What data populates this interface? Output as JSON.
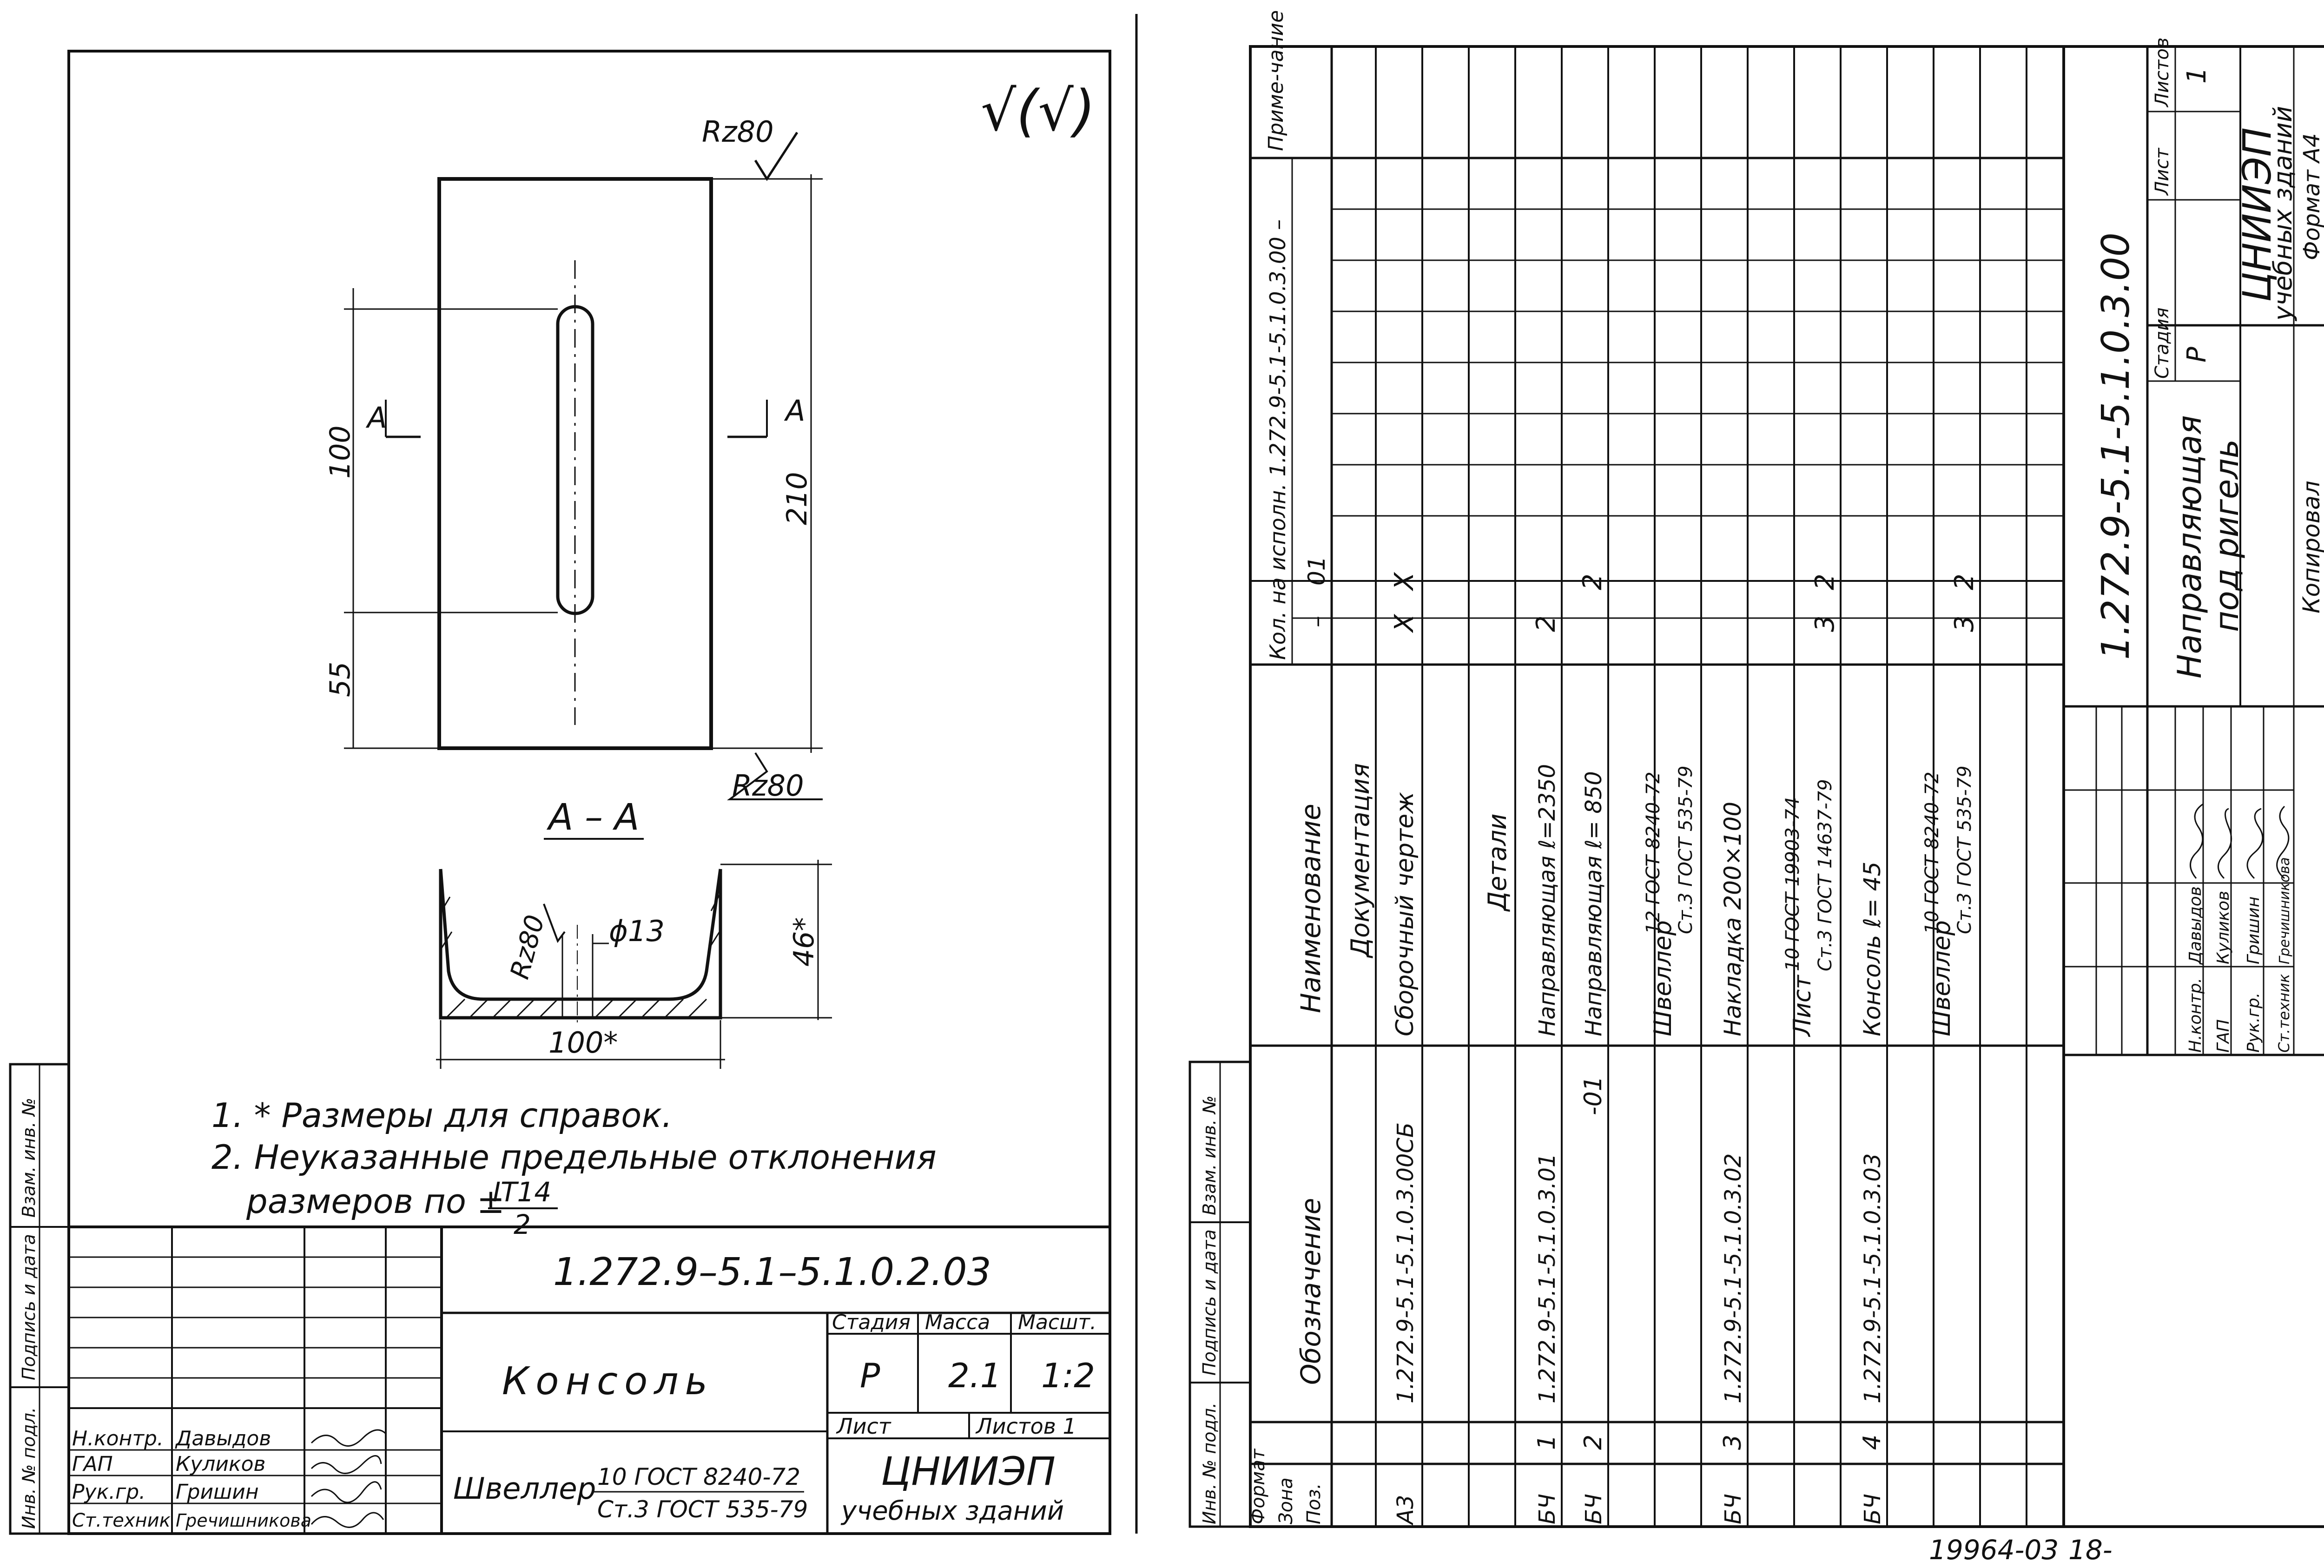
{
  "sheet1": {
    "roughness_general": "√(√)",
    "roughness_top": "Rz80",
    "roughness_bottom": "Rz80",
    "roughness_section": "Rz80",
    "dim_100": "100",
    "dim_55": "55",
    "dim_210": "210",
    "cut_label_left": "A",
    "cut_label_right": "A",
    "section_title": "А – А",
    "dim_46": "46*",
    "dim_phi13": "ϕ13",
    "dim_100star": "100*",
    "notes": [
      "1. * Размеры для справок.",
      "2. Неуказанные предельные отклонения",
      "размеров по ±"
    ],
    "tolerance_num": "IT14",
    "tolerance_den": "2",
    "title_block": {
      "code": "1.272.9–5.1–5.1.0.2.03",
      "name": "Консоль",
      "h_stage": "Стадия",
      "h_mass": "Масса",
      "h_scale": "Масшт.",
      "stage": "Р",
      "mass": "2.1",
      "scale": "1:2",
      "h_sheet": "Лист",
      "h_sheets": "Листов 1",
      "org1": "ЦНИИЭП",
      "org2": "учебных зданий",
      "material_label": "Швеллер",
      "material_top": "10 ГОСТ 8240-72",
      "material_bottom": "Ст.3 ГОСТ 535-79",
      "roles": [
        "Н.контр.",
        "ГАП",
        "Рук.гр.",
        "Ст.техник"
      ],
      "people": [
        "Давыдов",
        "Куликов",
        "Гришин",
        "Гречишникова"
      ]
    },
    "side_labels": [
      "Инв. № подл.",
      "Подпись и дата",
      "Взам. инв. №"
    ]
  },
  "sheet2": {
    "col_format": "Формат",
    "col_zone": "Зона",
    "col_pos": "Поз.",
    "col_designation": "Обозначение",
    "col_name": "Наименование",
    "col_qty": "Кол. на исполн. 1.272.9-5.1-5.1.0.3.00 –",
    "col_qty_a": "–",
    "col_qty_b": "01",
    "col_note": "Приме-чание",
    "rows": [
      {
        "format": "",
        "pos": "",
        "designation": "",
        "name": "Документация",
        "qa": "",
        "qb": ""
      },
      {
        "format": "А3",
        "pos": "",
        "designation": "1.272.9-5.1-5.1.0.3.00СБ",
        "name": "Сборочный чертеж",
        "qa": "X",
        "qb": "X"
      },
      {
        "format": "",
        "pos": "",
        "designation": "",
        "name": "Детали",
        "qa": "",
        "qb": ""
      },
      {
        "format": "БЧ",
        "pos": "1",
        "designation": "1.272.9-5.1-5.1.0.3.01",
        "name": "Направляющая ℓ=2350",
        "qa": "2",
        "qb": ""
      },
      {
        "format": "БЧ",
        "pos": "2",
        "designation": "-01",
        "name": "Направляющая ℓ= 850",
        "qa": "",
        "qb": "2"
      },
      {
        "format": "",
        "pos": "",
        "designation": "",
        "name": "Швеллер",
        "qa": "",
        "qb": ""
      },
      {
        "format": "БЧ",
        "pos": "3",
        "designation": "1.272.9-5.1-5.1.0.3.02",
        "name": "Накладка 200×100",
        "qa": "",
        "qb": ""
      },
      {
        "format": "",
        "pos": "",
        "designation": "",
        "name": "Лист",
        "qa": "3",
        "qb": "2"
      },
      {
        "format": "БЧ",
        "pos": "4",
        "designation": "1.272.9-5.1-5.1.0.3.03",
        "name": "Консоль ℓ= 45",
        "qa": "",
        "qb": ""
      },
      {
        "format": "",
        "pos": "",
        "designation": "",
        "name": "Швеллер",
        "qa": "3",
        "qb": "2"
      }
    ],
    "stack_1_top": "12 ГОСТ 8240-72",
    "stack_1_bottom": "Ст.3 ГОСТ 535-79",
    "stack_2_top": "10 ГОСТ 19903-74",
    "stack_2_bottom": "Ст.3 ГОСТ 14637-79",
    "stack_3_top": "10 ГОСТ 8240-72",
    "stack_3_bottom": "Ст.3 ГОСТ 535-79",
    "title_block": {
      "code": "1.272.9-5.1-5.1.0.3.00",
      "name_1": "Направляющая",
      "name_2": "под ригель",
      "h_stage": "Стадия",
      "h_sheet": "Лист",
      "h_sheets": "Листов",
      "stage": "Р",
      "sheets": "1",
      "org1": "ЦНИИЭП",
      "org2": "учебных зданий",
      "copied": "Копировал",
      "format": "Формат А4",
      "roles": [
        "Н.контр.",
        "ГАП",
        "Рук.гр.",
        "Ст.техник"
      ],
      "people": [
        "Давыдов",
        "Куликов",
        "Гришин",
        "Гречишникова"
      ]
    },
    "side_labels": [
      "Инв. № подл.",
      "Подпись и дата",
      "Взам. инв. №"
    ]
  },
  "footer": {
    "archive_number": "19964-03",
    "page": "18-"
  }
}
